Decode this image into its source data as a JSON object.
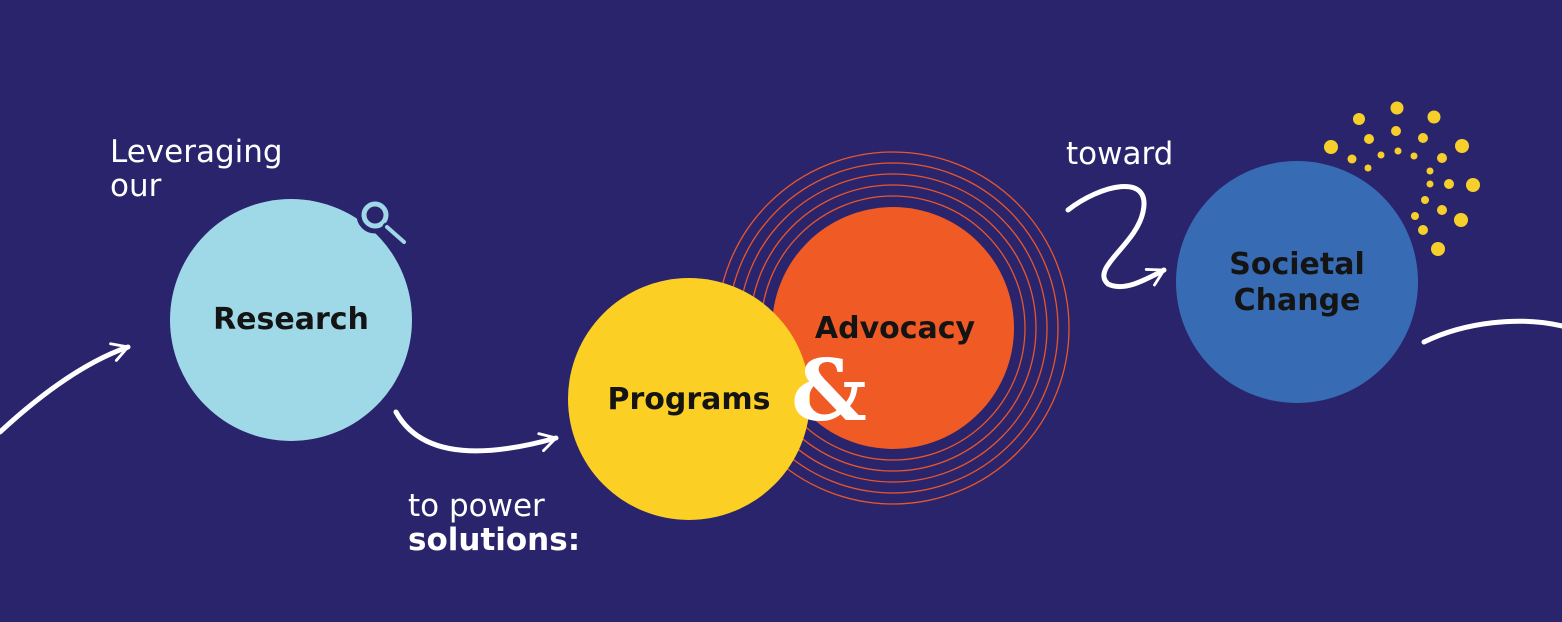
{
  "colors": {
    "background": "#2a246d",
    "research": "#9fd8e6",
    "programs": "#fccf25",
    "advocacy": "#f05a24",
    "societal_change": "#376cb5",
    "rings": "#e8562a",
    "dots": "#f7cf2b",
    "arrows": "#ffffff"
  },
  "captions": {
    "leveraging_line1": "Leveraging",
    "leveraging_line2": "our",
    "to_power": "to power",
    "solutions": "solutions:",
    "toward": "toward"
  },
  "nodes": {
    "research": "Research",
    "programs": "Programs",
    "ampersand": "&",
    "advocacy": "Advocacy",
    "societal_line1": "Societal",
    "societal_line2": "Change"
  },
  "icons": {
    "research": "magnifying-glass-icon"
  }
}
